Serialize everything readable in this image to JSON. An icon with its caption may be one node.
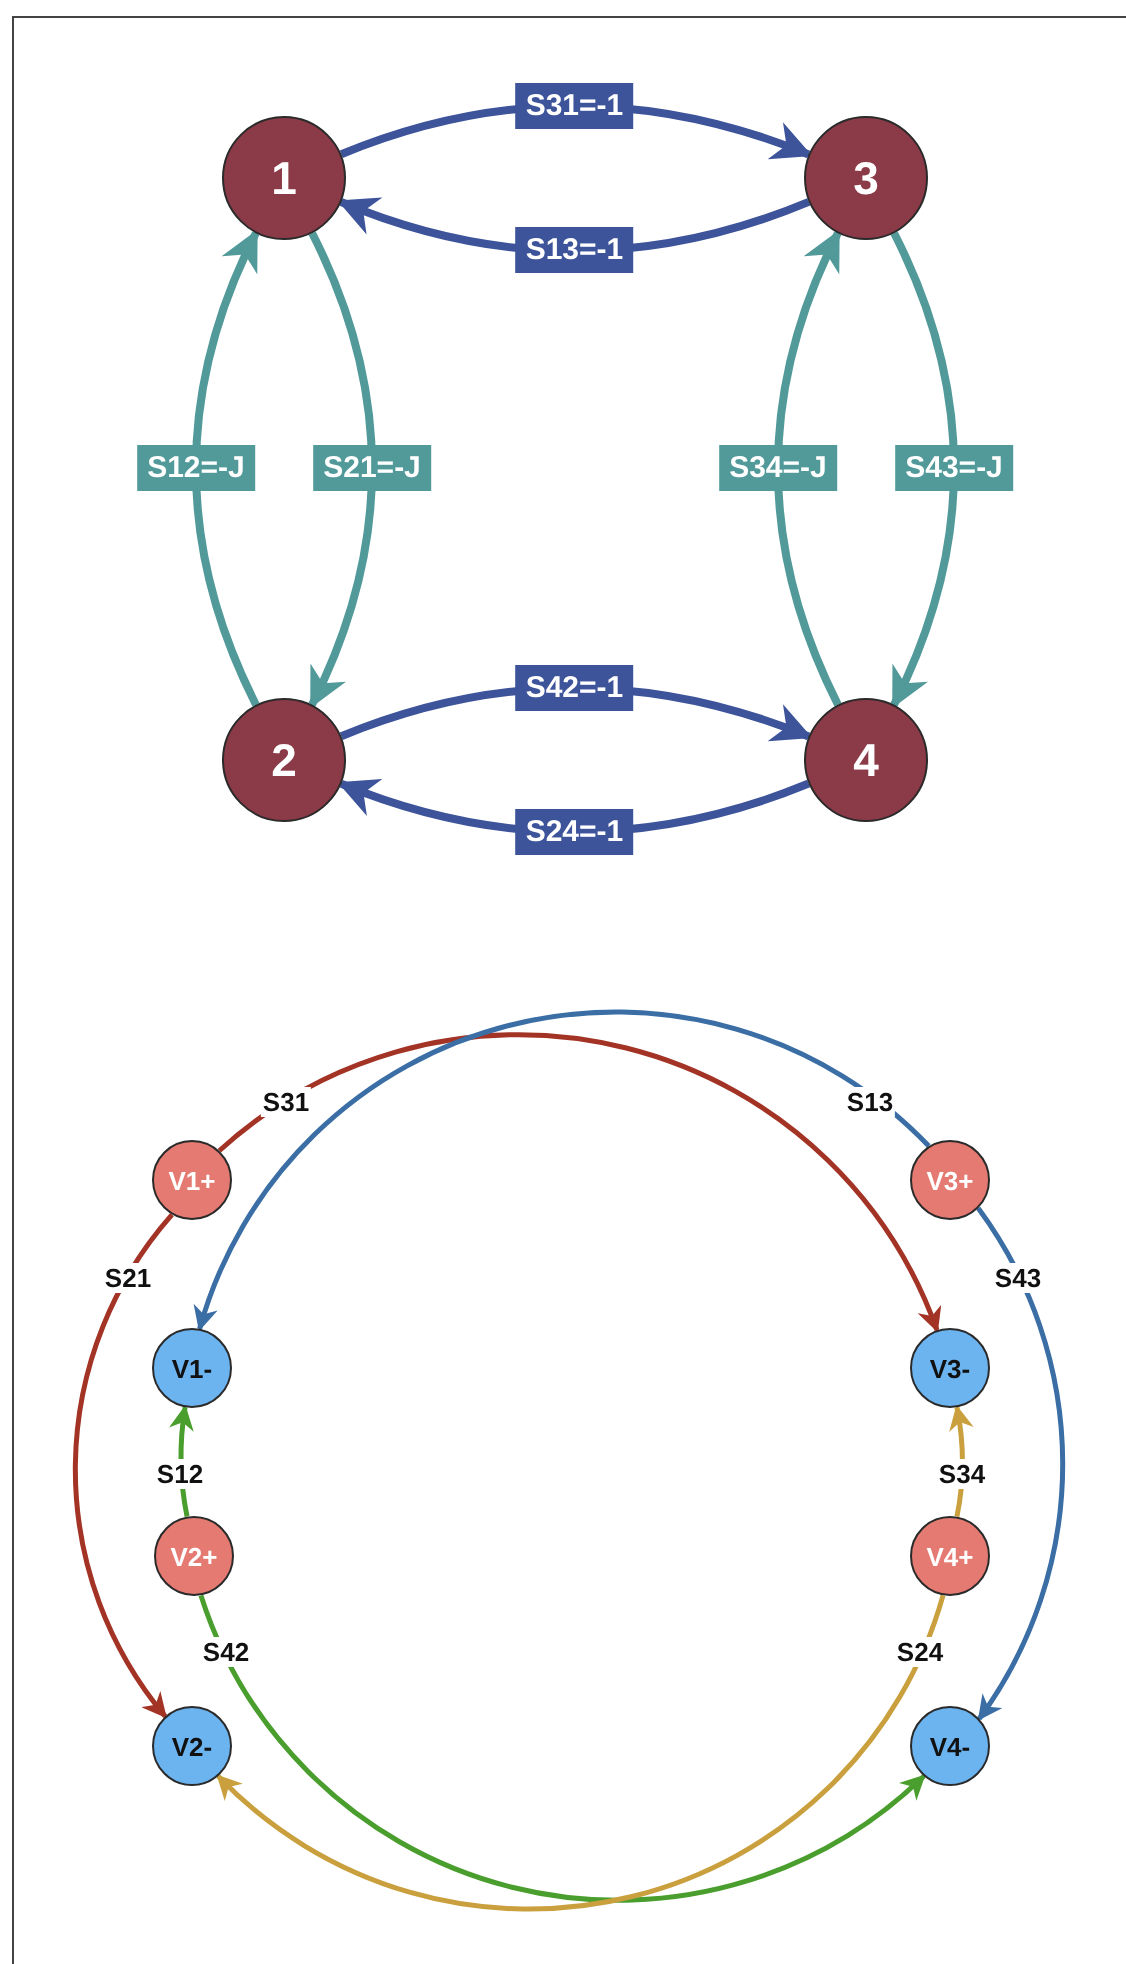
{
  "diagram": {
    "nodes": [
      {
        "text": [
          "1"
        ]
      },
      {
        "text": [
          "3"
        ]
      },
      {
        "text": [
          "2"
        ]
      },
      {
        "text": [
          "4"
        ]
      },
      {
        "text": [
          "V1+"
        ]
      },
      {
        "text": [
          "V3+"
        ]
      },
      {
        "text": [
          "V1-"
        ]
      },
      {
        "text": [
          "V3-"
        ]
      },
      {
        "text": [
          "V2+"
        ]
      },
      {
        "text": [
          "V4+"
        ]
      },
      {
        "text": [
          "V2-"
        ]
      },
      {
        "text": [
          "V4-"
        ]
      }
    ],
    "edges": [
      {
        "from": 0,
        "to": 1,
        "arrow": "to",
        "label": "S31=-1",
        "color": "#3d539a"
      },
      {
        "from": 1,
        "to": 0,
        "arrow": "to",
        "label": "S13=-1",
        "color": "#3d539a"
      },
      {
        "from": 2,
        "to": 0,
        "arrow": "to",
        "label": "S12=-J",
        "color": "#52999a"
      },
      {
        "from": 0,
        "to": 2,
        "arrow": "to",
        "label": "S21=-J",
        "color": "#52999a"
      },
      {
        "from": 3,
        "to": 1,
        "arrow": "to",
        "label": "S34=-J",
        "color": "#52999a"
      },
      {
        "from": 1,
        "to": 3,
        "arrow": "to",
        "label": "S43=-J",
        "color": "#52999a"
      },
      {
        "from": 2,
        "to": 3,
        "arrow": "to",
        "label": "S42=-1",
        "color": "#3d539a"
      },
      {
        "from": 3,
        "to": 2,
        "arrow": "to",
        "label": "S24=-1",
        "color": "#3d539a"
      },
      {
        "from": 4,
        "to": 7,
        "arrow": "to",
        "label": "S31",
        "color": "#a33325"
      },
      {
        "from": 4,
        "to": 10,
        "arrow": "to",
        "label": "S21",
        "color": "#a33325"
      },
      {
        "from": 5,
        "to": 6,
        "arrow": "to",
        "label": "S13",
        "color": "#3a6ea5"
      },
      {
        "from": 5,
        "to": 11,
        "arrow": "to",
        "label": "S43",
        "color": "#3a6ea5"
      },
      {
        "from": 8,
        "to": 6,
        "arrow": "to",
        "label": "S12",
        "color": "#4a9e2d"
      },
      {
        "from": 8,
        "to": 11,
        "arrow": "to",
        "label": "S42",
        "color": "#4a9e2d"
      },
      {
        "from": 9,
        "to": 7,
        "arrow": "to",
        "label": "S34",
        "color": "#c9a03d"
      },
      {
        "from": 9,
        "to": 10,
        "arrow": "to",
        "label": "S24",
        "color": "#c9a03d"
      }
    ]
  }
}
